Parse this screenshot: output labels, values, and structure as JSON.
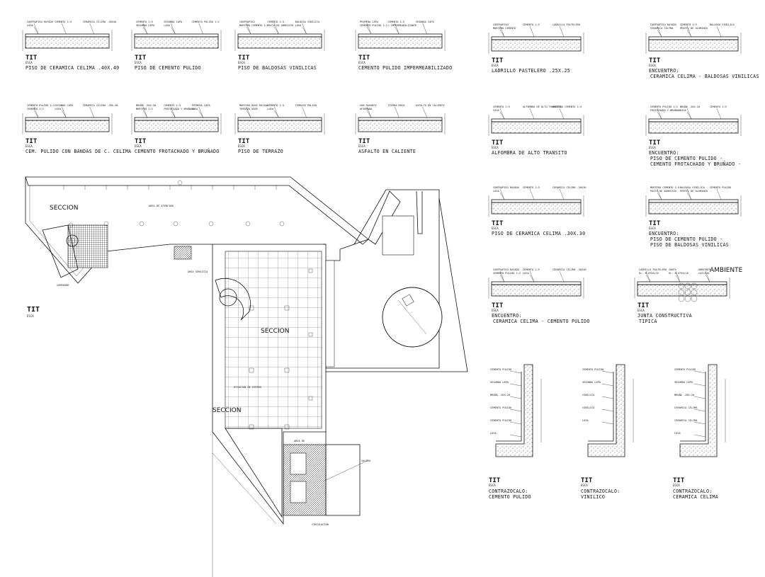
{
  "symbol": "TIT",
  "symbol_sub": "ESCA",
  "plan": {
    "section_labels": [
      "SECCION",
      "SECCION",
      "SECCION"
    ],
    "plan_tag": "TIT",
    "plan_tag_sub": "ESCA"
  },
  "details_row1": [
    {
      "caption": "PISO DE CERAMICA CELIMA .40X.40",
      "labels": [
        "CONTRAPISO RAYADO",
        "CEMENTO 1:5",
        "CERAMICA CELIMA .40X40",
        "LOSA"
      ]
    },
    {
      "caption": "PISO DE CEMENTO PULIDO",
      "labels": [
        "CEMENTO 1:5",
        "SEGUNDA CAPA",
        "CEMENTO PULIDO 1:2",
        "SEGUNDA CAPA",
        "LOSA"
      ]
    },
    {
      "caption": "PISO DE BALDOSAS VINILICAS",
      "labels": [
        "CONTRAPISO",
        "CEMENTO 1:5",
        "BALDOSA VINILICA",
        "MORTERO CEMENTO 1:5",
        "PASTA DE ADHESIVO",
        "LOSA"
      ]
    },
    {
      "caption": "CEMENTO PULIDO IMPERMEABILIZADO",
      "labels": [
        "PRIMERA CAPA",
        "CEMENTO 1:5",
        "SEGUNDA CAPA",
        "CEMENTO PULIDO 1:2",
        "+ IMPERMEABILIZANTE"
      ]
    },
    {
      "caption": "LADRILLO PASTELERO .25X.25",
      "labels": [
        "CONTRAPISO",
        "CEMENTO 1:5",
        "LADRILLO PASTELERO",
        "MORTERO CEMENTO"
      ]
    },
    {
      "caption": "CERAMICA CELIMA - BALDOSAS VINILICAS",
      "pre": "ENCUENTRO:",
      "labels": [
        "CONTRAPISO RAYADO",
        "CEMENTO 1:5",
        "BALDOSA VINILICA",
        "CERAMICA CELIMA",
        "PERFIL DE ALUMINIO"
      ]
    }
  ],
  "details_row2": [
    {
      "caption": "CEM. PULIDO CON BANDAS DE C. CELIMA",
      "labels": [
        "CEMENTO PULIDO 1:2",
        "SEGUNDA CAPA",
        "CERAMICA CELIMA .20X.40",
        "CEMENTO 1:2",
        "LOSA"
      ]
    },
    {
      "caption": "CEMENTO FROTACHADO Y BRUÑADO",
      "labels": [
        "BRUÑA .20X.20",
        "CEMENTO 1:5",
        "PRIMERA CAPA",
        "MORTERO 1:2",
        "FROTACHADO Y BRUÑADO",
        "LOSA"
      ]
    },
    {
      "caption": "PISO DE TERRAZO",
      "labels": [
        "MORTERO BASE RAYADO",
        "CEMENTO 1:5",
        "TERRAZO PULIDO",
        "TERRAZO BASE",
        "LOSA"
      ]
    },
    {
      "caption": "ASFALTO EN CALIENTE",
      "labels": [
        "SUB RASANTE",
        "TIERRA ROCA",
        "ASFALTO EN CALIENTE",
        "AFIRMADO"
      ]
    },
    {
      "caption": "ALFOMBRA DE ALTO TRANSITO",
      "labels": [
        "CEMENTO 1:5",
        "ALFOMBRA DE ALTO TRANSITO",
        "MORTERO CEMENTO 1:5",
        "LOSA"
      ]
    },
    {
      "caption": "CEMENTO FROTACHADO Y BRUÑADO -",
      "pre": "ENCUENTRO:",
      "pre2": "PISO DE CEMENTO PULIDO -",
      "labels": [
        "CEMENTO PULIDO 1:2",
        "BRUÑA .20X.20",
        "CEMENTO 1:5",
        "FROTACHADO Y BRUÑADO",
        "LOSA"
      ]
    }
  ],
  "details_right": [
    {
      "caption": "PISO DE CERAMICA CELIMA .30X.30",
      "labels": [
        "CONTRAPISO RAYADO",
        "CEMENTO 1:5",
        "CERAMICA CELIMA .30X30",
        "LOSA"
      ]
    },
    {
      "caption": "PISO DE BALDOSAS VINILICAS",
      "pre": "ENCUENTRO:",
      "pre2": "PISO DE CEMENTO PULIDO -",
      "labels": [
        "MORTERO CEMENTO 1:5",
        "BALDOSA VINILICA",
        "CEMENTO PULIDO",
        "PASTA DE ADHESIVO",
        "PERFIL DE ALUMINIO"
      ]
    },
    {
      "caption": "CERAMICA CELIMA - CEMENTO PULIDO",
      "pre": "ENCUENTRO:",
      "labels": [
        "CONTRAPISO RAYADO",
        "CEMENTO 1:5",
        "CERAMICA CELIMA .40X40",
        "CEMENTO PULIDO 1:2",
        "LOSA"
      ]
    },
    {
      "caption": "TIPICA",
      "pre": "JUNTA CONSTRUCTIVA",
      "labels": [
        "LADRILLO PASTELERO",
        "JUNTA",
        "AMBIENTE",
        "EL. N 4750/1E",
        "EL. N 4750/1E",
        "CASCAJO"
      ]
    }
  ],
  "zocalos": [
    {
      "line1": "CONTRAZOCALO:",
      "line2": "CEMENTO PULIDO",
      "labels": [
        "CEMENTO PULIDO",
        "SEGUNDA CAPA",
        "BRUÑA .20X.20",
        "CEMENTO PULIDO",
        "CEMENTO PULIDO",
        "LOSA"
      ]
    },
    {
      "line1": "CONTRAZOCALO:",
      "line2": "VINILICO",
      "labels": [
        "CEMENTO PULIDO",
        "SEGUNDA CAPA",
        "VINILICO",
        "VINILICO",
        "LOSA"
      ]
    },
    {
      "line1": "CONTRAZOCALO:",
      "line2": "CERAMICA CELIMA",
      "labels": [
        "CEMENTO PULIDO",
        "SEGUNDA CAPA",
        "BRUÑA .20X.20",
        "CERAMICA CELIMA",
        "CERAMICA CELIMA",
        "LOSA"
      ]
    }
  ]
}
